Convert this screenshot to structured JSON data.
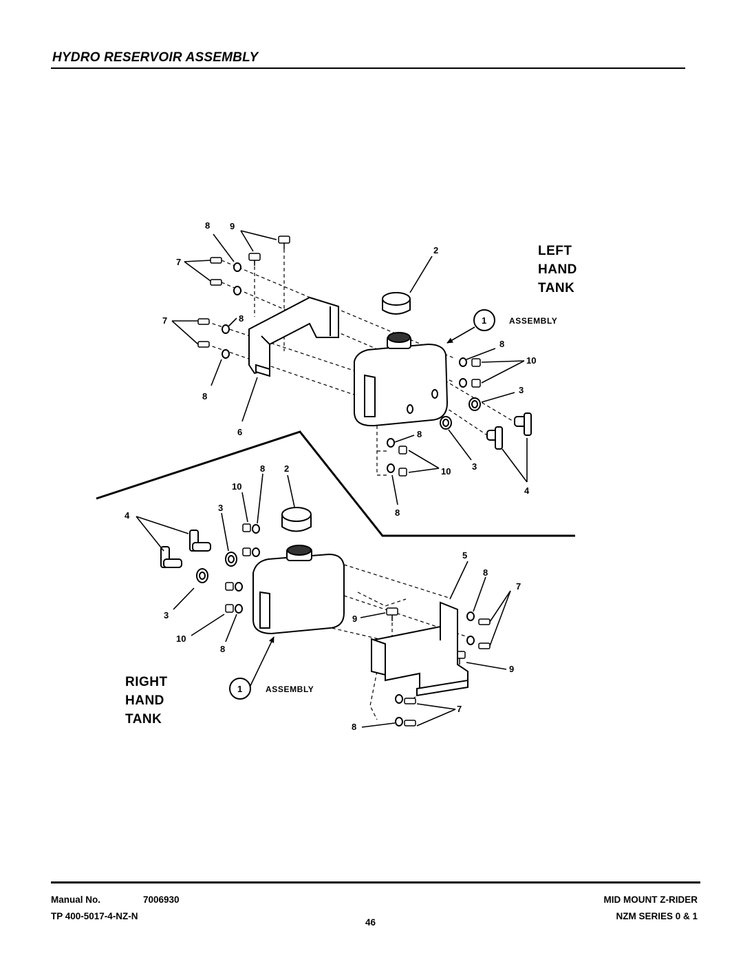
{
  "page": {
    "title": "HYDRO RESERVOIR ASSEMBLY",
    "page_number": "46"
  },
  "footer": {
    "manual_label": "Manual No.",
    "manual_number": "7006930",
    "tp_number": "TP 400-5017-4-NZ-N",
    "product": "MID MOUNT Z-RIDER",
    "series": "NZM SERIES 0 & 1"
  },
  "diagram": {
    "left_tank": {
      "heading_lines": [
        "LEFT",
        "HAND",
        "TANK"
      ],
      "assembly_number": "1",
      "assembly_label": "ASSEMBLY",
      "callouts": {
        "c8_top": "8",
        "c9_top": "9",
        "c7_upper": "7",
        "c2": "2",
        "c7_lower": "7",
        "c8_mid": "8",
        "c8_right": "8",
        "c10_right": "10",
        "c3_right": "3",
        "c8_left": "8",
        "c6": "6",
        "c8_lower": "8",
        "c10_lower": "10",
        "c3_lower": "3",
        "c4": "4",
        "c8_bottom": "8"
      }
    },
    "right_tank": {
      "heading_lines": [
        "RIGHT",
        "HAND",
        "TANK"
      ],
      "assembly_number": "1",
      "assembly_label": "ASSEMBLY",
      "callouts": {
        "c10_top": "10",
        "c8_top": "8",
        "c2": "2",
        "c4": "4",
        "c3_top": "3",
        "c5": "5",
        "c8_right": "8",
        "c7_right": "7",
        "c9_mid": "9",
        "c3_left": "3",
        "c10_left": "10",
        "c8_left": "8",
        "c9_low": "9",
        "c7_bottom": "7",
        "c8_bottom": "8"
      }
    }
  }
}
